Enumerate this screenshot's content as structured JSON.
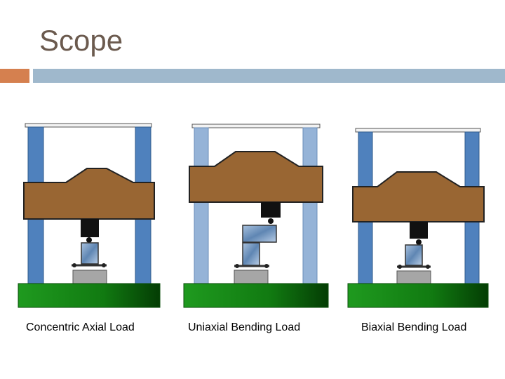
{
  "slide": {
    "title": "Scope"
  },
  "panels": [
    {
      "caption": "Concentric Axial Load",
      "load_type": "concentric"
    },
    {
      "caption": "Uniaxial Bending Load",
      "load_type": "uniaxial"
    },
    {
      "caption": "Biaxial Bending Load",
      "load_type": "biaxial"
    }
  ],
  "colors": {
    "title_text": "#6b5a4e",
    "accent": "#d5804f",
    "title_rule": "#9fb8cc",
    "column_dark": "#4f81bd",
    "column_light": "#95b3d7",
    "crosshead": "#996633",
    "base": "#1a8a1a",
    "actuator": "#111111",
    "pedestal": "#a6a6a6"
  }
}
